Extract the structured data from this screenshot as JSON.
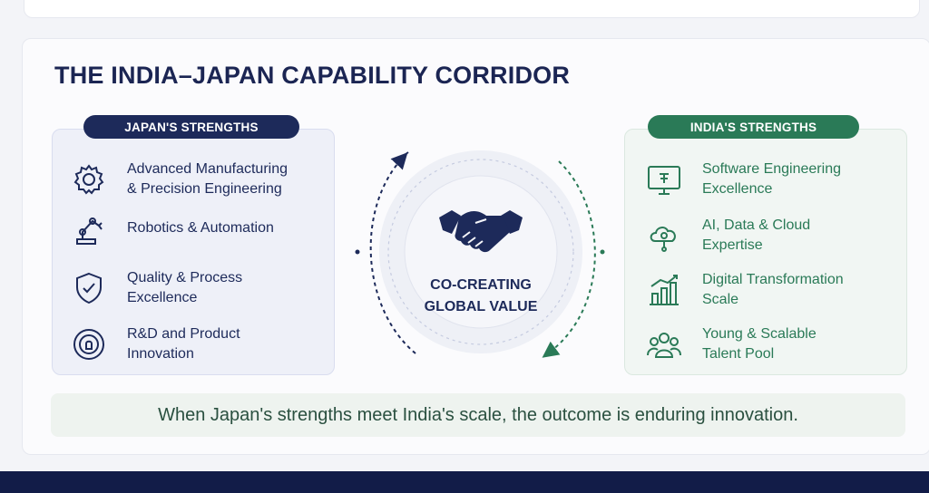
{
  "title": "THE INDIA–JAPAN CAPABILITY CORRIDOR",
  "japan": {
    "heading": "JAPAN'S STRENGTHS",
    "items": [
      {
        "label": "Advanced Manufacturing\n& Precision Engineering",
        "icon": "gear-icon"
      },
      {
        "label": "Robotics & Automation",
        "icon": "robot-arm-icon"
      },
      {
        "label": "Quality & Process\nExcellence",
        "icon": "shield-check-icon"
      },
      {
        "label": "R&D and Product\nInnovation",
        "icon": "innovation-icon"
      }
    ]
  },
  "india": {
    "heading": "INDIA'S STRENGTHS",
    "items": [
      {
        "label": "Software Engineering\nExcellence",
        "icon": "monitor-code-icon"
      },
      {
        "label": "AI, Data & Cloud\nExpertise",
        "icon": "cloud-icon"
      },
      {
        "label": "Digital Transformation\nScale",
        "icon": "growth-chart-icon"
      },
      {
        "label": "Young & Scalable\nTalent Pool",
        "icon": "people-icon"
      }
    ]
  },
  "center": {
    "label": "CO-CREATING\nGLOBAL VALUE",
    "icon": "handshake-icon"
  },
  "tagline": "When Japan's strengths meet India's scale, the outcome is enduring innovation.",
  "colors": {
    "navy": "#1d2a5a",
    "green": "#2a7a57",
    "title": "#1b2553",
    "footer": "#121c48"
  }
}
